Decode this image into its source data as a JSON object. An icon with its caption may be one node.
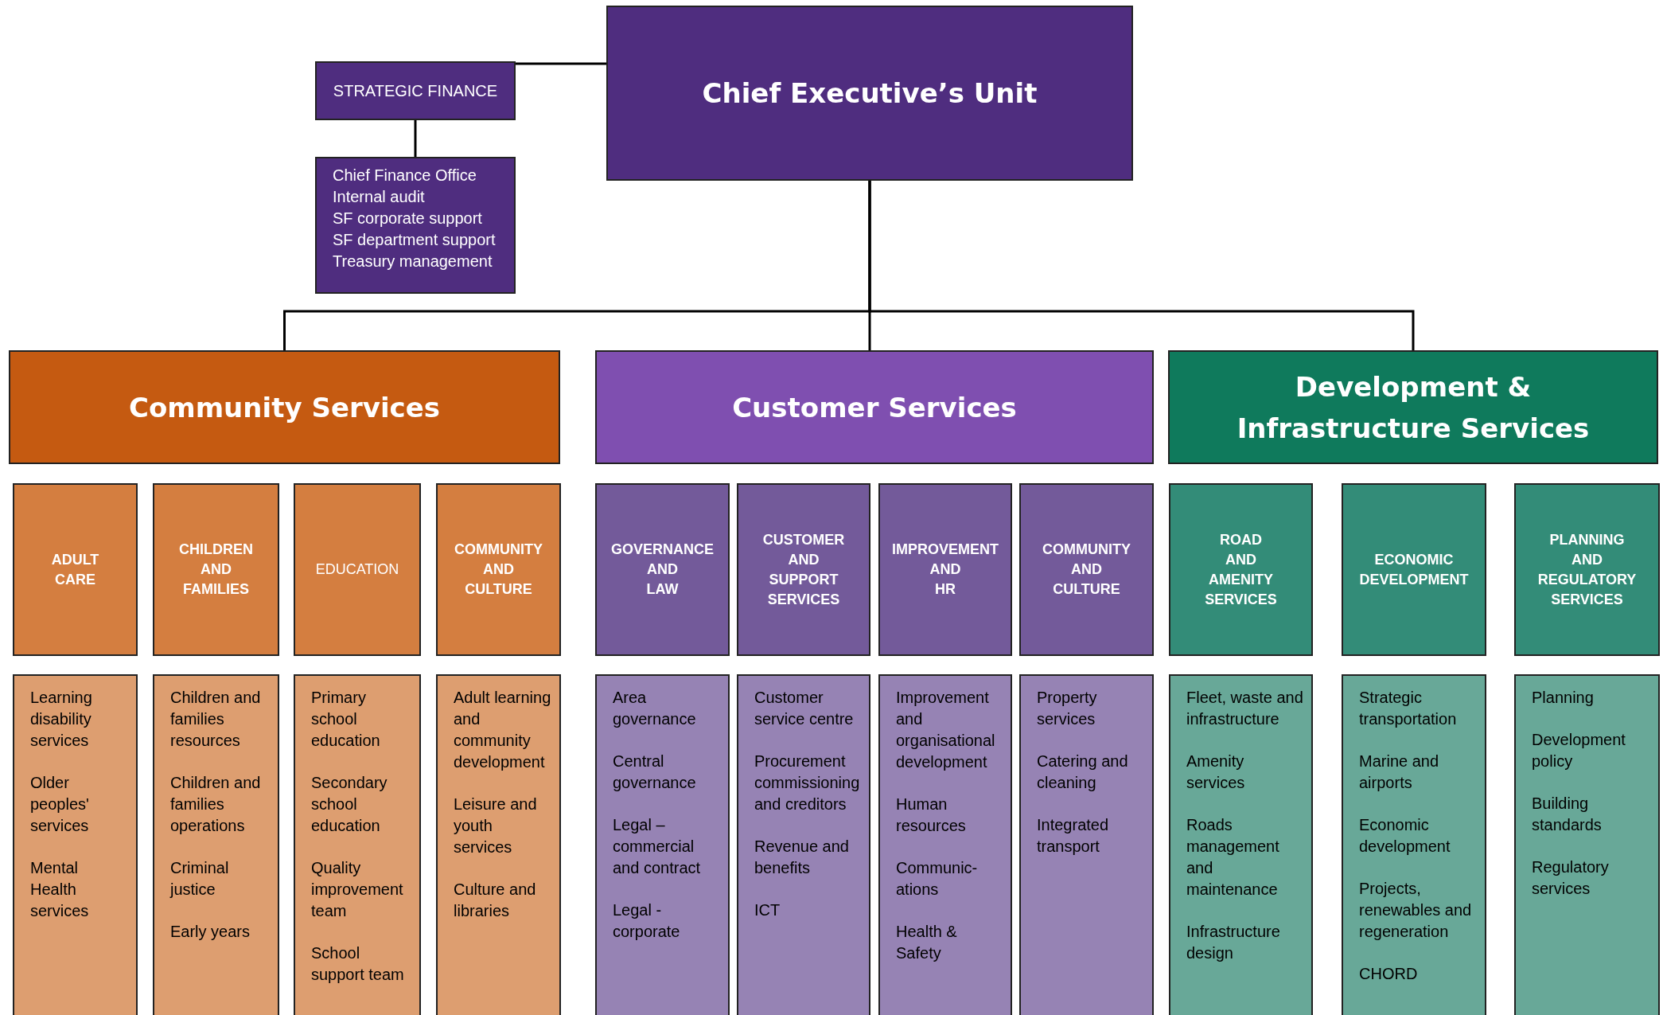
{
  "diagram": {
    "nodes": [
      {
        "text": [
          "Chief Executive’s Unit"
        ]
      },
      {
        "text": [
          "STRATEGIC FINANCE"
        ]
      },
      {
        "text": [
          "Chief Finance Office",
          "Internal audit",
          "SF corporate support",
          "SF department support",
          "Treasury management"
        ]
      },
      {
        "text": [
          "Community Services"
        ]
      },
      {
        "text": [
          "Customer Services"
        ]
      },
      {
        "text": [
          "Development & Infrastructure Services"
        ]
      },
      {
        "text": [
          "ADULT CARE"
        ]
      },
      {
        "text": [
          "CHILDREN AND FAMILIES"
        ]
      },
      {
        "text": [
          "EDUCATION"
        ]
      },
      {
        "text": [
          "COMMUNITY AND CULTURE"
        ]
      },
      {
        "text": [
          "GOVERNANCE AND LAW"
        ]
      },
      {
        "text": [
          "CUSTOMER AND SUPPORT SERVICES"
        ]
      },
      {
        "text": [
          "IMPROVEMENT AND HR"
        ]
      },
      {
        "text": [
          "COMMUNITY AND CULTURE"
        ]
      },
      {
        "text": [
          "ROAD AND AMENITY SERVICES"
        ]
      },
      {
        "text": [
          "ECONOMIC DEVELOPMENT"
        ]
      },
      {
        "text": [
          "PLANNING AND REGULATORY SERVICES"
        ]
      },
      {
        "text": [
          "Learning disability services",
          "Older peoples' services",
          "Mental Health services"
        ]
      },
      {
        "text": [
          "Children and families resources",
          "Children and families operations",
          "Criminal justice",
          "Early years"
        ]
      },
      {
        "text": [
          "Primary school education",
          "Secondary school education",
          "Quality improvement team",
          "School support team"
        ]
      },
      {
        "text": [
          "Adult learning and community development",
          "Leisure and youth services",
          "Culture and libraries"
        ]
      },
      {
        "text": [
          "Area governance",
          "Central governance",
          "Legal – commercial and contract",
          "Legal - corporate"
        ]
      },
      {
        "text": [
          "Customer service centre",
          "Procurement commissioning and creditors",
          "Revenue and benefits",
          "ICT"
        ]
      },
      {
        "text": [
          "Improvement and organisational development",
          "Human resources",
          "Communic-ations",
          "Health & Safety"
        ]
      },
      {
        "text": [
          "Property services",
          "Catering and cleaning",
          "Integrated transport"
        ]
      },
      {
        "text": [
          "Fleet, waste and infrastructure",
          "Amenity services",
          "Roads management and maintenance",
          "Infrastructure design"
        ]
      },
      {
        "text": [
          "Strategic transportation",
          "Marine and airports",
          "Economic development",
          "Projects, renewables and regeneration",
          "CHORD"
        ]
      },
      {
        "text": [
          "Planning",
          "Development policy",
          "Building standards",
          "Regulatory services"
        ]
      }
    ],
    "edges": [
      {
        "from": 0,
        "to": 1,
        "arrow": "none"
      },
      {
        "from": 1,
        "to": 2,
        "arrow": "none"
      },
      {
        "from": 0,
        "to": 3,
        "arrow": "none"
      },
      {
        "from": 0,
        "to": 4,
        "arrow": "none"
      },
      {
        "from": 0,
        "to": 5,
        "arrow": "none"
      }
    ]
  }
}
